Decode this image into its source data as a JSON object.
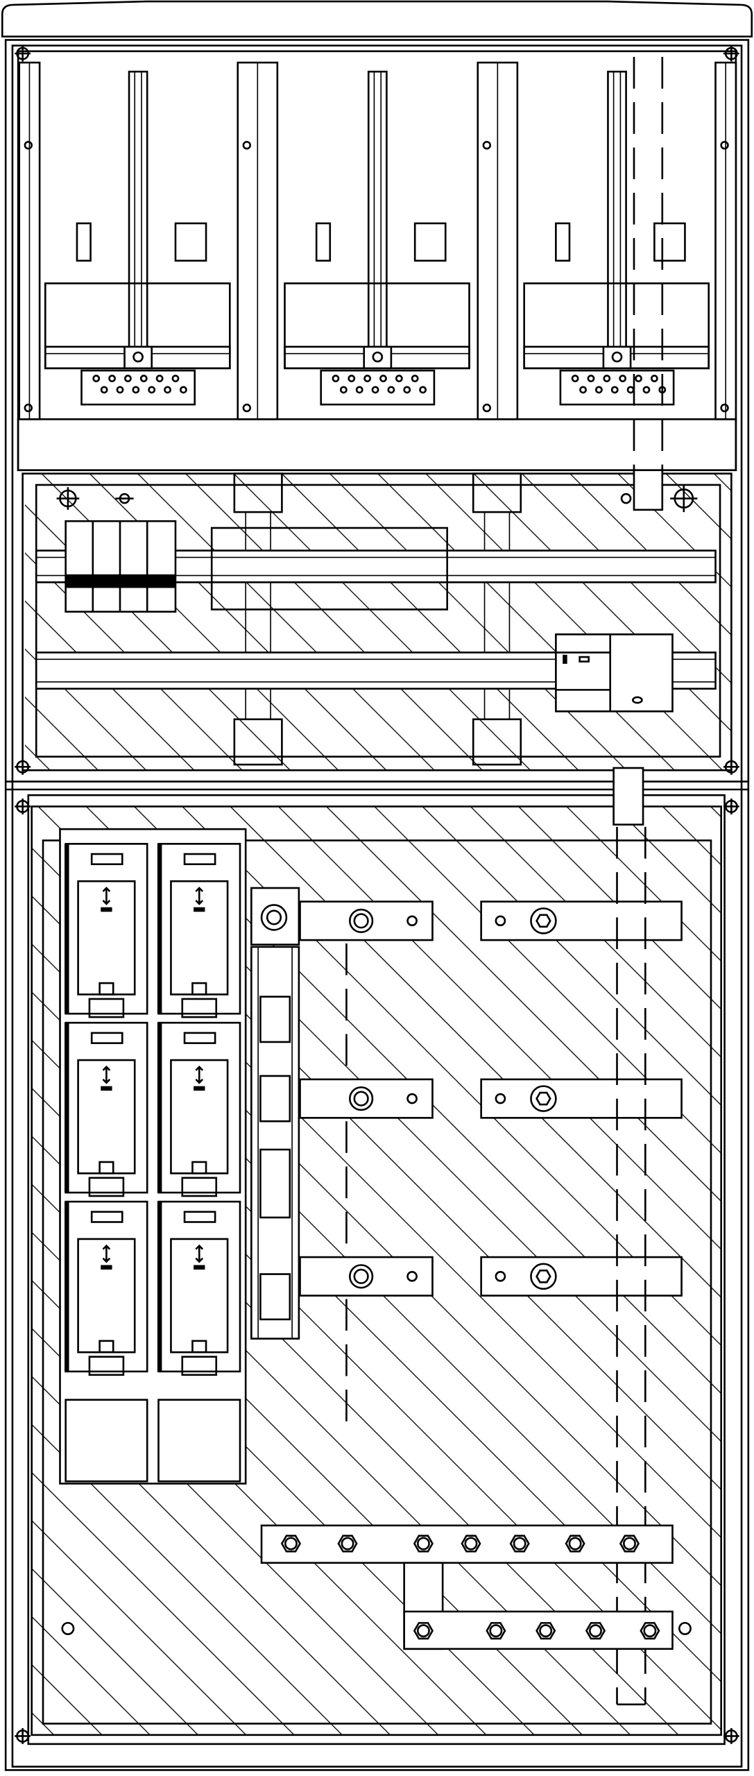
{
  "drawing": {
    "subject": "",
    "line_color": "#000000",
    "background_color": "#ffffff",
    "sections": {
      "meter_bays": 3,
      "fuse_rows": 3,
      "fuse_columns": 2,
      "busbars_upper": 3,
      "busbars_lower": 2
    },
    "icons": [
      "arrow-updown-icon",
      "bolt-hex-icon",
      "screw-icon",
      "mounting-hole-icon"
    ]
  }
}
